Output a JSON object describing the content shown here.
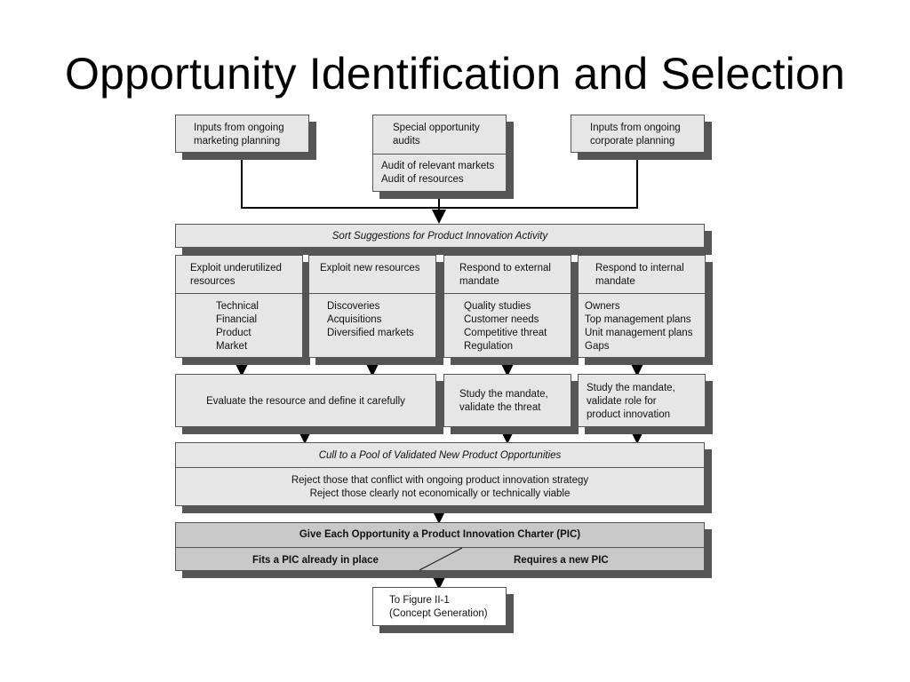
{
  "title": "Opportunity Identification and Selection",
  "inputs": {
    "marketing": [
      "Inputs from ongoing",
      "marketing planning"
    ],
    "special_top": [
      "Special opportunity",
      "audits"
    ],
    "special_bottom": [
      "Audit of relevant markets",
      "Audit of resources"
    ],
    "corporate": [
      "Inputs from ongoing",
      "corporate planning"
    ]
  },
  "sort_bar": "Sort Suggestions for Product Innovation Activity",
  "columns": [
    {
      "header": [
        "Exploit underutilized",
        "resources"
      ],
      "items": [
        "Technical",
        "Financial",
        "Product",
        "Market"
      ]
    },
    {
      "header": [
        "Exploit new resources"
      ],
      "items": [
        "Discoveries",
        "Acquisitions",
        "Diversified markets"
      ]
    },
    {
      "header": [
        "Respond to external",
        "mandate"
      ],
      "items": [
        "Quality studies",
        "Customer needs",
        "Competitive threat",
        "Regulation"
      ]
    },
    {
      "header": [
        "Respond to internal",
        "mandate"
      ],
      "items": [
        "Owners",
        "Top management plans",
        "Unit management plans",
        "Gaps"
      ]
    }
  ],
  "evaluate": {
    "resource": "Evaluate the resource and define it carefully",
    "external": [
      "Study the mandate,",
      "validate the threat"
    ],
    "internal": [
      "Study the mandate,",
      "validate role for",
      "product innovation"
    ]
  },
  "cull": {
    "title": "Cull to a Pool of Validated New Product Opportunities",
    "lines": [
      "Reject those that conflict with ongoing product innovation strategy",
      "Reject those clearly not economically or technically viable"
    ]
  },
  "pic": {
    "title": "Give Each Opportunity a Product Innovation Charter (PIC)",
    "left": "Fits a PIC already in place",
    "right": "Requires a new PIC"
  },
  "output": [
    "To Figure II-1",
    "(Concept Generation)"
  ]
}
